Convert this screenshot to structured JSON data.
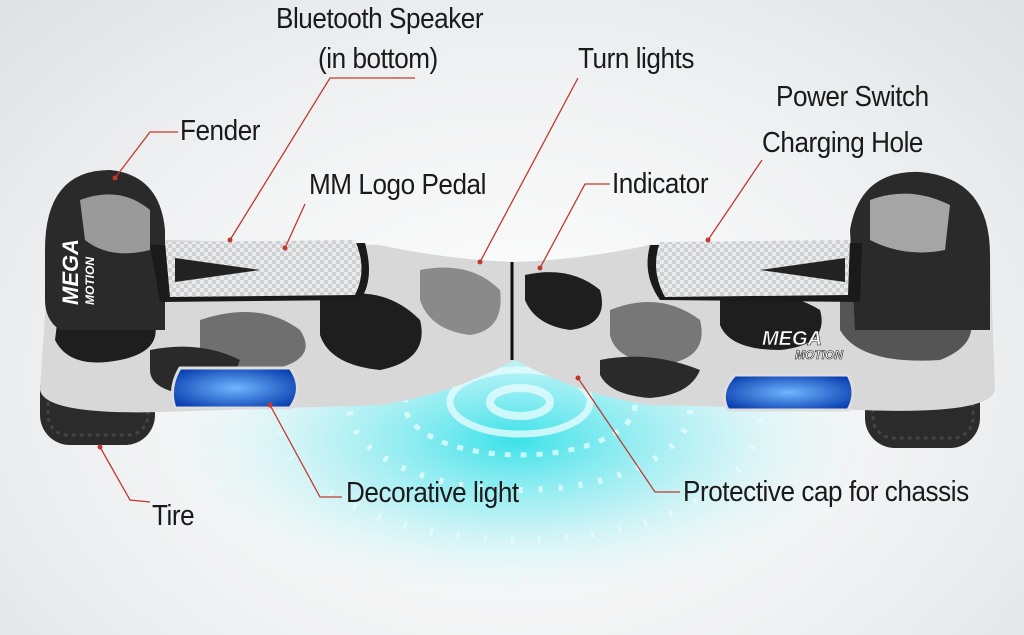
{
  "labels": {
    "bluetooth_speaker_1": "Bluetooth Speaker",
    "bluetooth_speaker_2": "(in bottom)",
    "turn_lights": "Turn lights",
    "power_switch": "Power Switch",
    "charging_hole": "Charging Hole",
    "fender": "Fender",
    "mm_logo_pedal": "MM Logo Pedal",
    "indicator": "Indicator",
    "tire": "Tire",
    "decorative_light": "Decorative light",
    "protective_cap": "Protective cap for chassis"
  },
  "brand": {
    "line1": "MEGA",
    "line2": "MOTION"
  },
  "colors": {
    "leader": "#c0392b",
    "led": "#1e7bff",
    "glow": "#2fd6e0",
    "body_dark": "#1c1c1c"
  }
}
